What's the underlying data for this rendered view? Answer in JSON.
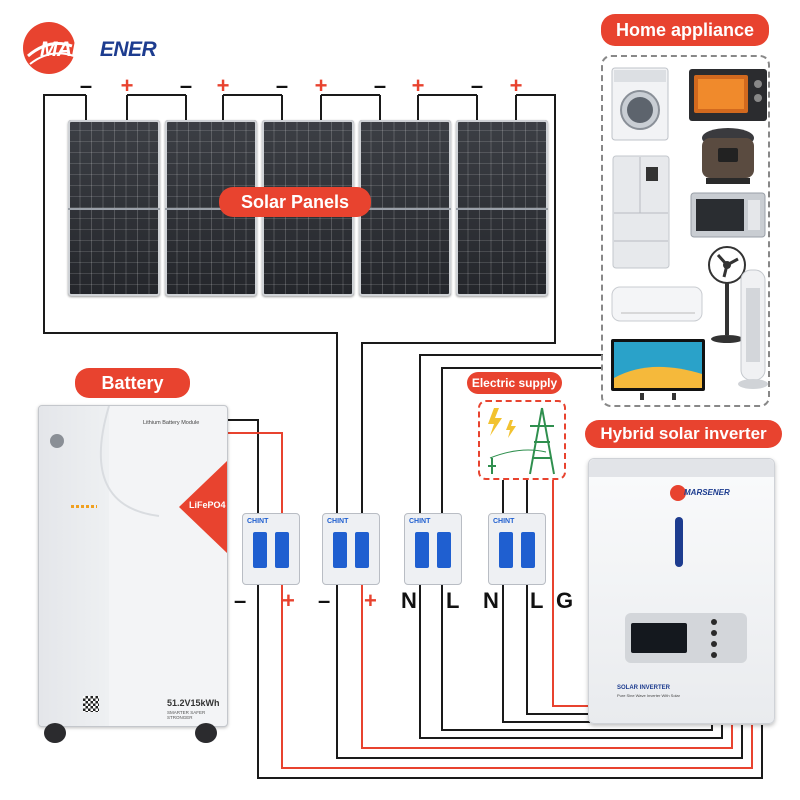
{
  "brand": {
    "logo_text": "MARSENER",
    "logo_text_ink": "MARS",
    "logo_text_rest": "ENER"
  },
  "labels": {
    "solar_panels": "Solar Panels",
    "battery": "Battery",
    "home_appliance": "Home appliance",
    "electric_supply": "Electric supply",
    "hybrid_inverter": "Hybrid solar inverter"
  },
  "panel_polarity": {
    "minus": "–",
    "plus": "+"
  },
  "breaker_terminals": {
    "battery_minus": "–",
    "battery_plus": "+",
    "pv_minus": "–",
    "pv_plus": "+",
    "n1": "N",
    "l1": "L",
    "n2": "N",
    "l2": "L",
    "g": "G"
  },
  "battery": {
    "module_label": "Lithium Battery Module",
    "chemistry": "LiFePO4",
    "spec": "51.2V15kWh",
    "tagline_1": "SMARTER",
    "tagline_2": "SAFER",
    "tagline_3": "STRONGER"
  },
  "breaker": {
    "brand": "CHINT"
  },
  "inverter": {
    "logo_text": "MARSENER",
    "product_title": "SOLAR INVERTER",
    "product_subtitle": "Pure Sine Wave Inverter With Solar"
  },
  "colors": {
    "accent": "#e8432f",
    "wire_black": "#1a1a1a",
    "wire_red": "#e8432f",
    "breaker_blue": "#1f5fd0"
  },
  "icons": [
    "sun-logo-icon",
    "lightning-icon",
    "pylon-icon",
    "washing-machine-icon",
    "oven-icon",
    "rice-cooker-icon",
    "refrigerator-icon",
    "microwave-icon",
    "air-conditioner-icon",
    "fan-icon",
    "tower-fan-icon",
    "tv-icon"
  ]
}
